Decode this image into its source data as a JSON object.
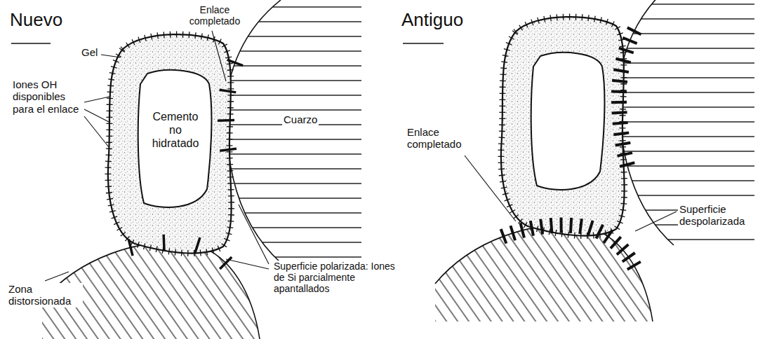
{
  "diagram": {
    "nodes": [
      {
        "text": [
          "Cemento no hidratado"
        ]
      }
    ],
    "labels": [
      "Nuevo",
      "Enlace completado",
      "Gel",
      "Iones OH disponibles para el enlace",
      "Cuarzo",
      "Zona distorsionada",
      "Superficie polarizada: Iones de Si parcialmente apantallados",
      "Antiguo",
      "Enlace completado",
      "Superficie despolarizada"
    ]
  }
}
